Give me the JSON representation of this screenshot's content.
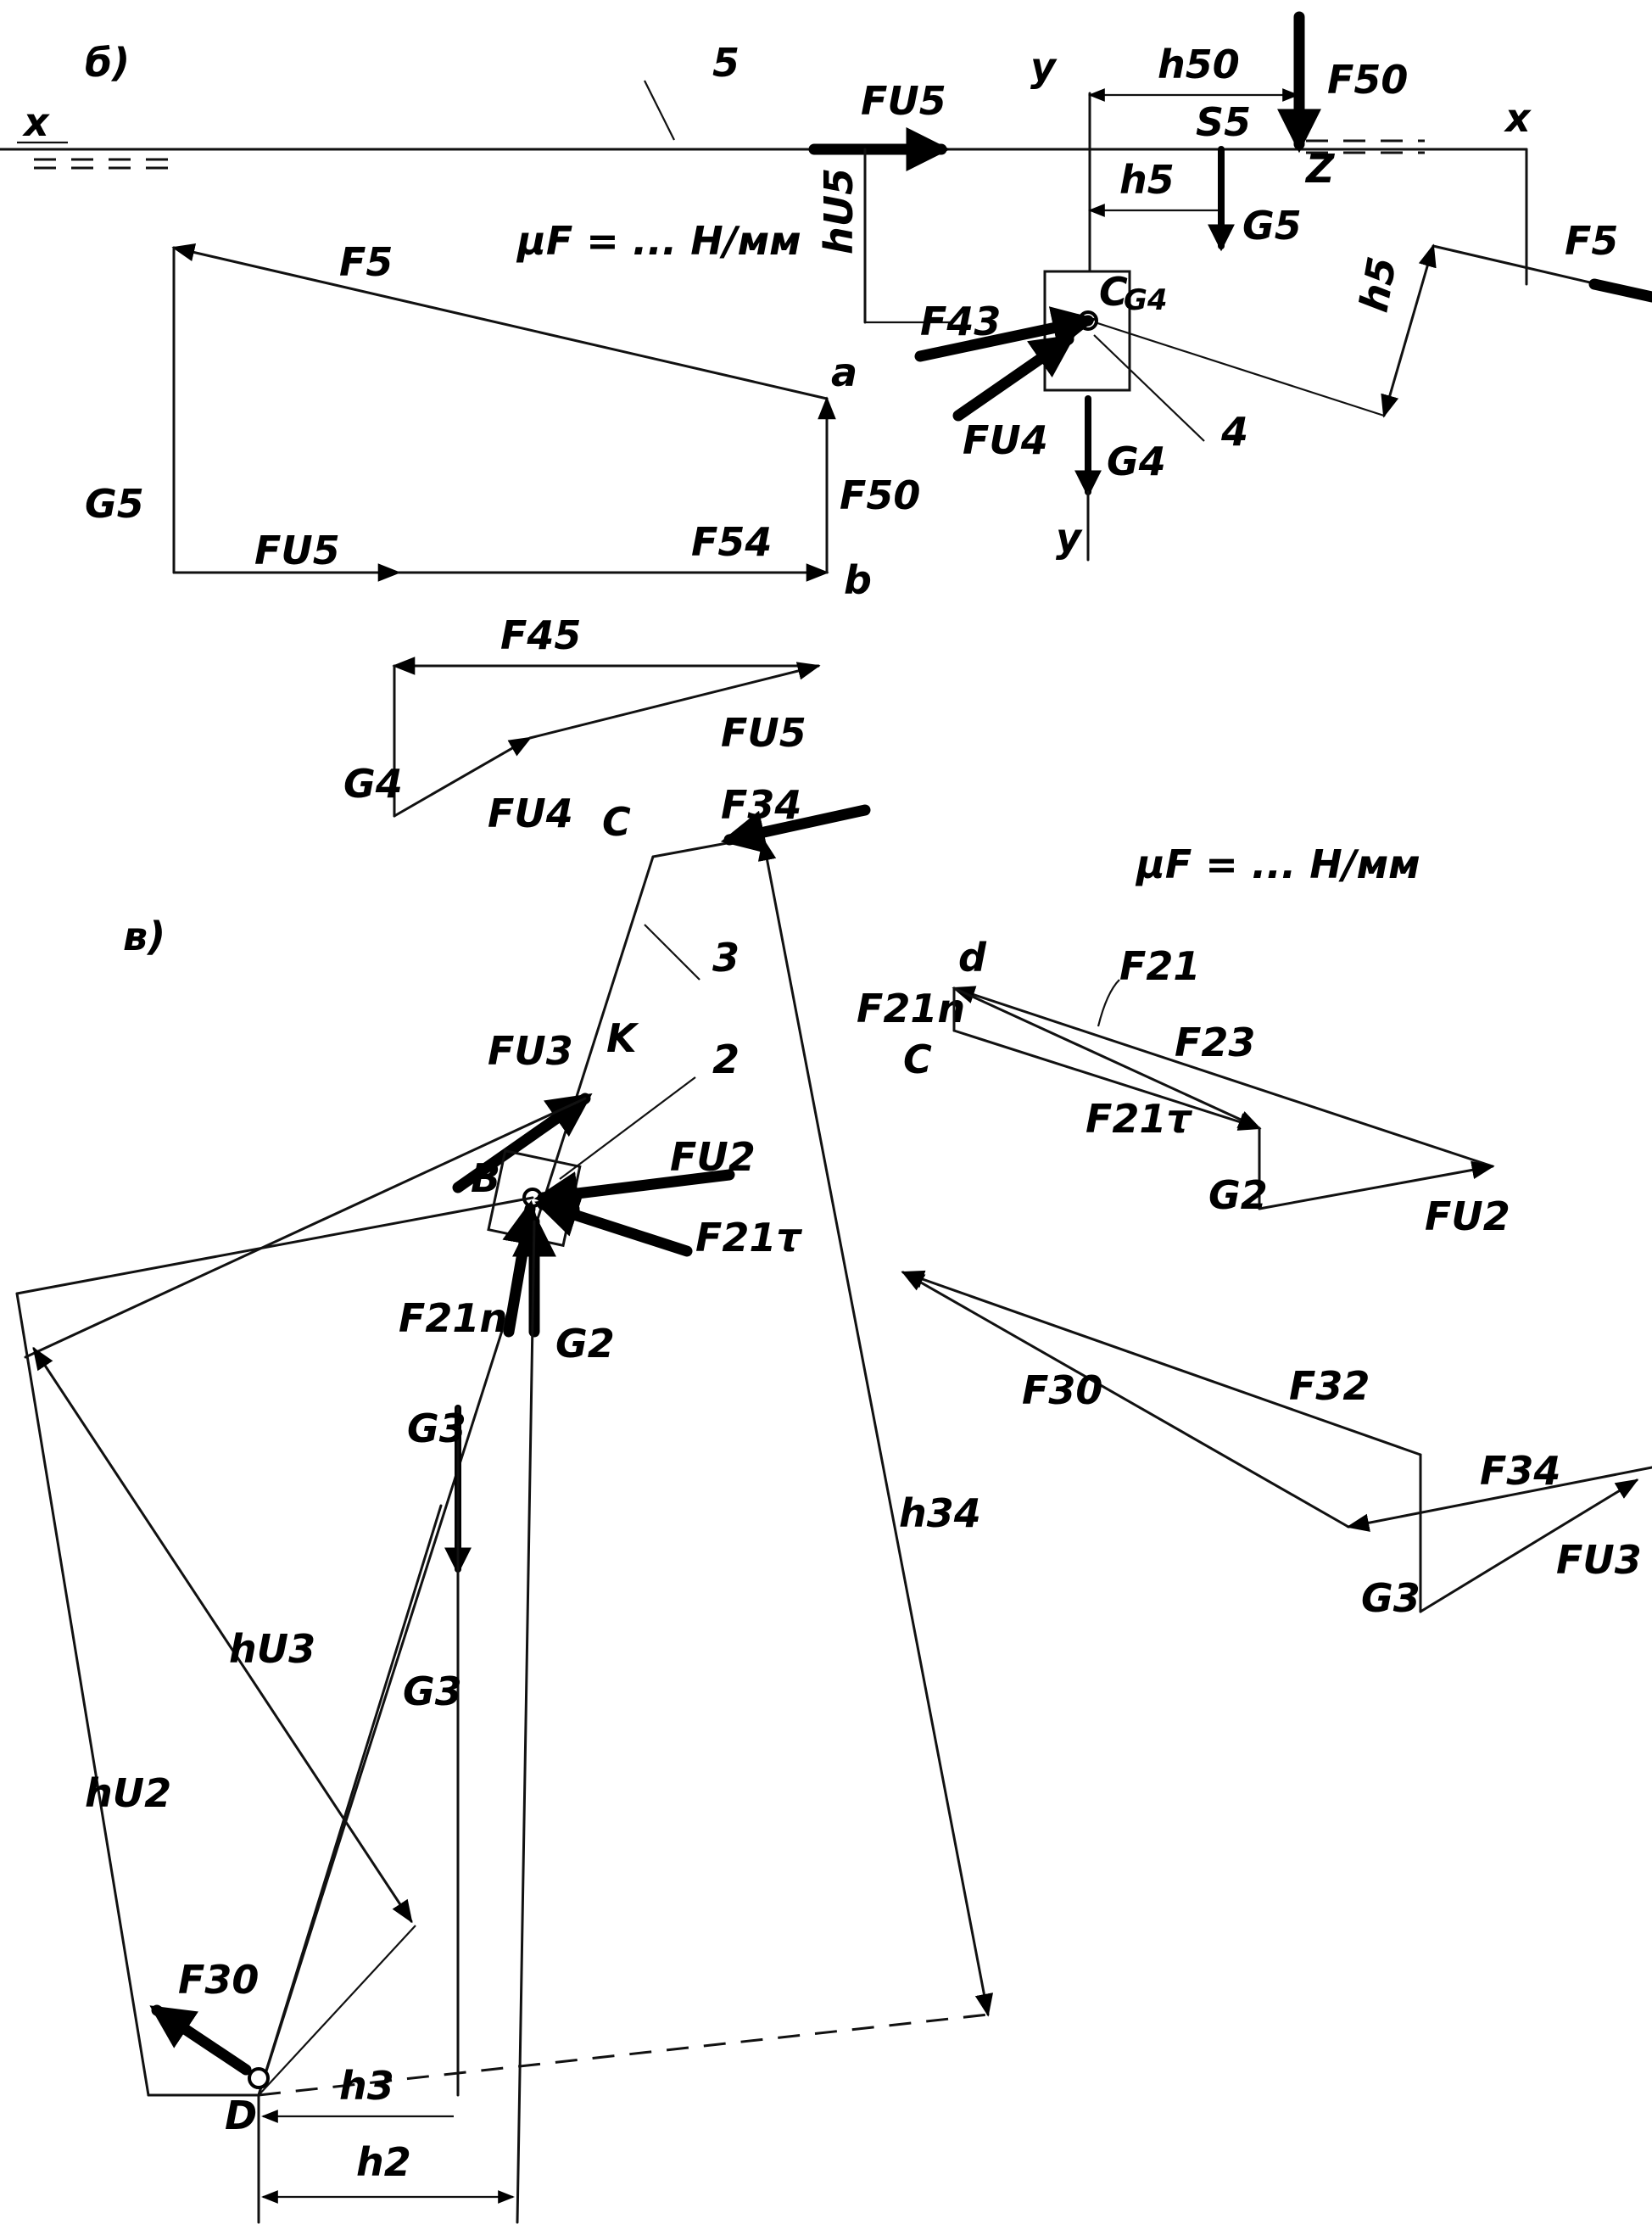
{
  "part_b": {
    "label": "б)",
    "link_number": "5",
    "slider_number": "4",
    "axis_x_left": "x",
    "axis_x_right": "x",
    "axis_y_top": "y",
    "axis_y_bottom": "y",
    "point_z": "Z",
    "point_c": "C",
    "point_a": "a",
    "point_b": "b",
    "scale": "μF = ... Н/мм",
    "labels": {
      "FU5_top": "FU5",
      "h50": "h50",
      "F50_top": "F50",
      "S5": "S5",
      "h5": "h5",
      "G5_top": "G5",
      "hU5": "hU5",
      "h5_right": "h5",
      "F5_right": "F5",
      "F43": "F43",
      "G4_small": "G4",
      "FU4": "FU4",
      "G4": "G4"
    },
    "polygon": {
      "F5": "F5",
      "G5": "G5",
      "FU5": "FU5",
      "F54": "F54",
      "F50": "F50"
    },
    "polygon2": {
      "F45": "F45",
      "FU5": "FU5",
      "G4": "G4",
      "FU4": "FU4"
    }
  },
  "part_v": {
    "label": "в)",
    "link_number_3": "3",
    "link_number_2": "2",
    "point_c": "C",
    "point_k": "K",
    "point_b": "B",
    "point_d": "D",
    "scale": "μF = ... Н/мм",
    "labels": {
      "F34": "F34",
      "FU3": "FU3",
      "FU2": "FU2",
      "F21t": "F21τ",
      "F21n": "F21n",
      "G2": "G2",
      "G3_upper": "G3",
      "G3": "G3",
      "hU3": "hU3",
      "hU2": "hU2",
      "h34": "h34",
      "F30": "F30",
      "h3": "h3",
      "h2": "h2"
    },
    "polygon_link2": {
      "point_d": "d",
      "point_c": "C",
      "F21n": "F21n",
      "F21": "F21",
      "F23": "F23",
      "F21t": "F21τ",
      "G2": "G2",
      "FU2": "FU2"
    },
    "polygon_link3": {
      "F32": "F32",
      "F30": "F30",
      "F34": "F34",
      "G3": "G3",
      "FU3": "FU3"
    }
  }
}
